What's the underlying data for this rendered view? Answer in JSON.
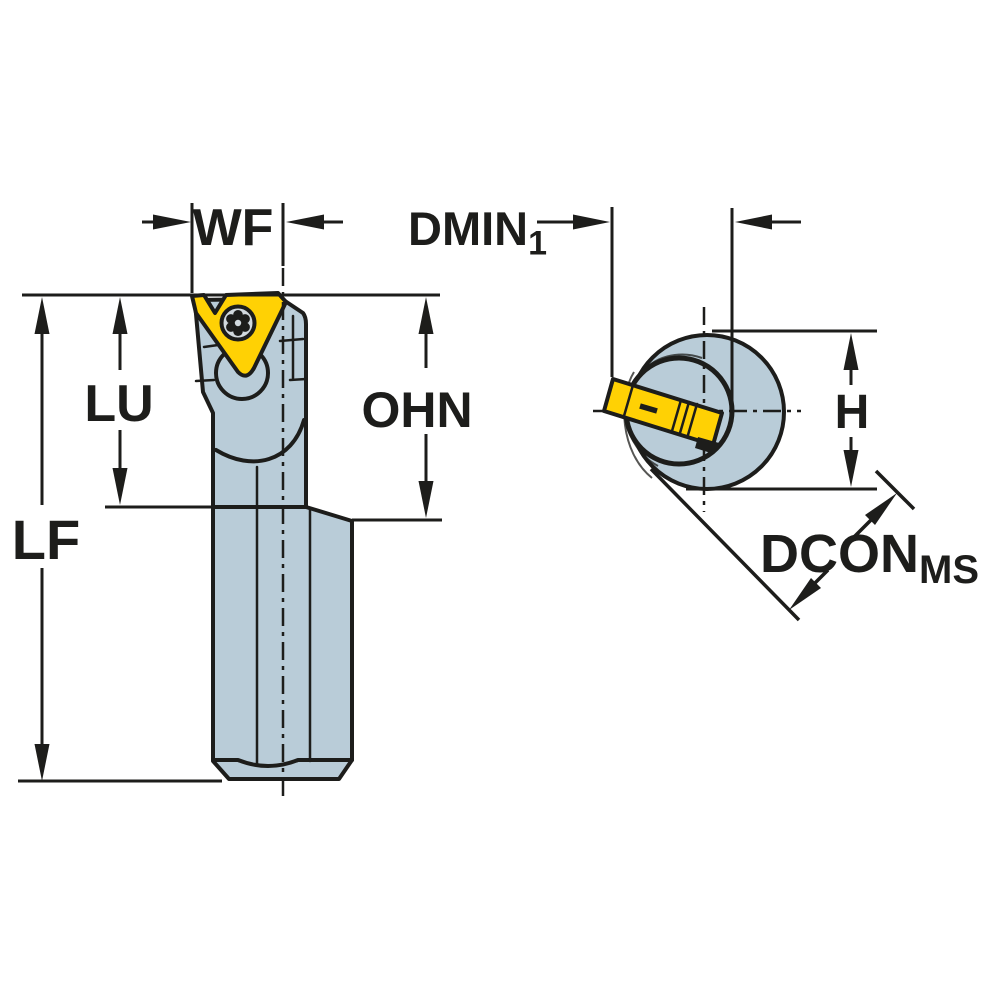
{
  "labels": {
    "wf": "WF",
    "dmin": {
      "main": "DMIN",
      "sub": "1"
    },
    "lu": "LU",
    "ohn": "OHN",
    "lf": "LF",
    "h": "H",
    "dcon": {
      "main": "DCON",
      "sub": "MS"
    }
  },
  "colors": {
    "background": "#ffffff",
    "body": "#b9ccd8",
    "insert": "#ffd104",
    "outline": "#1d1d1b",
    "screw": "#d2d9de"
  }
}
